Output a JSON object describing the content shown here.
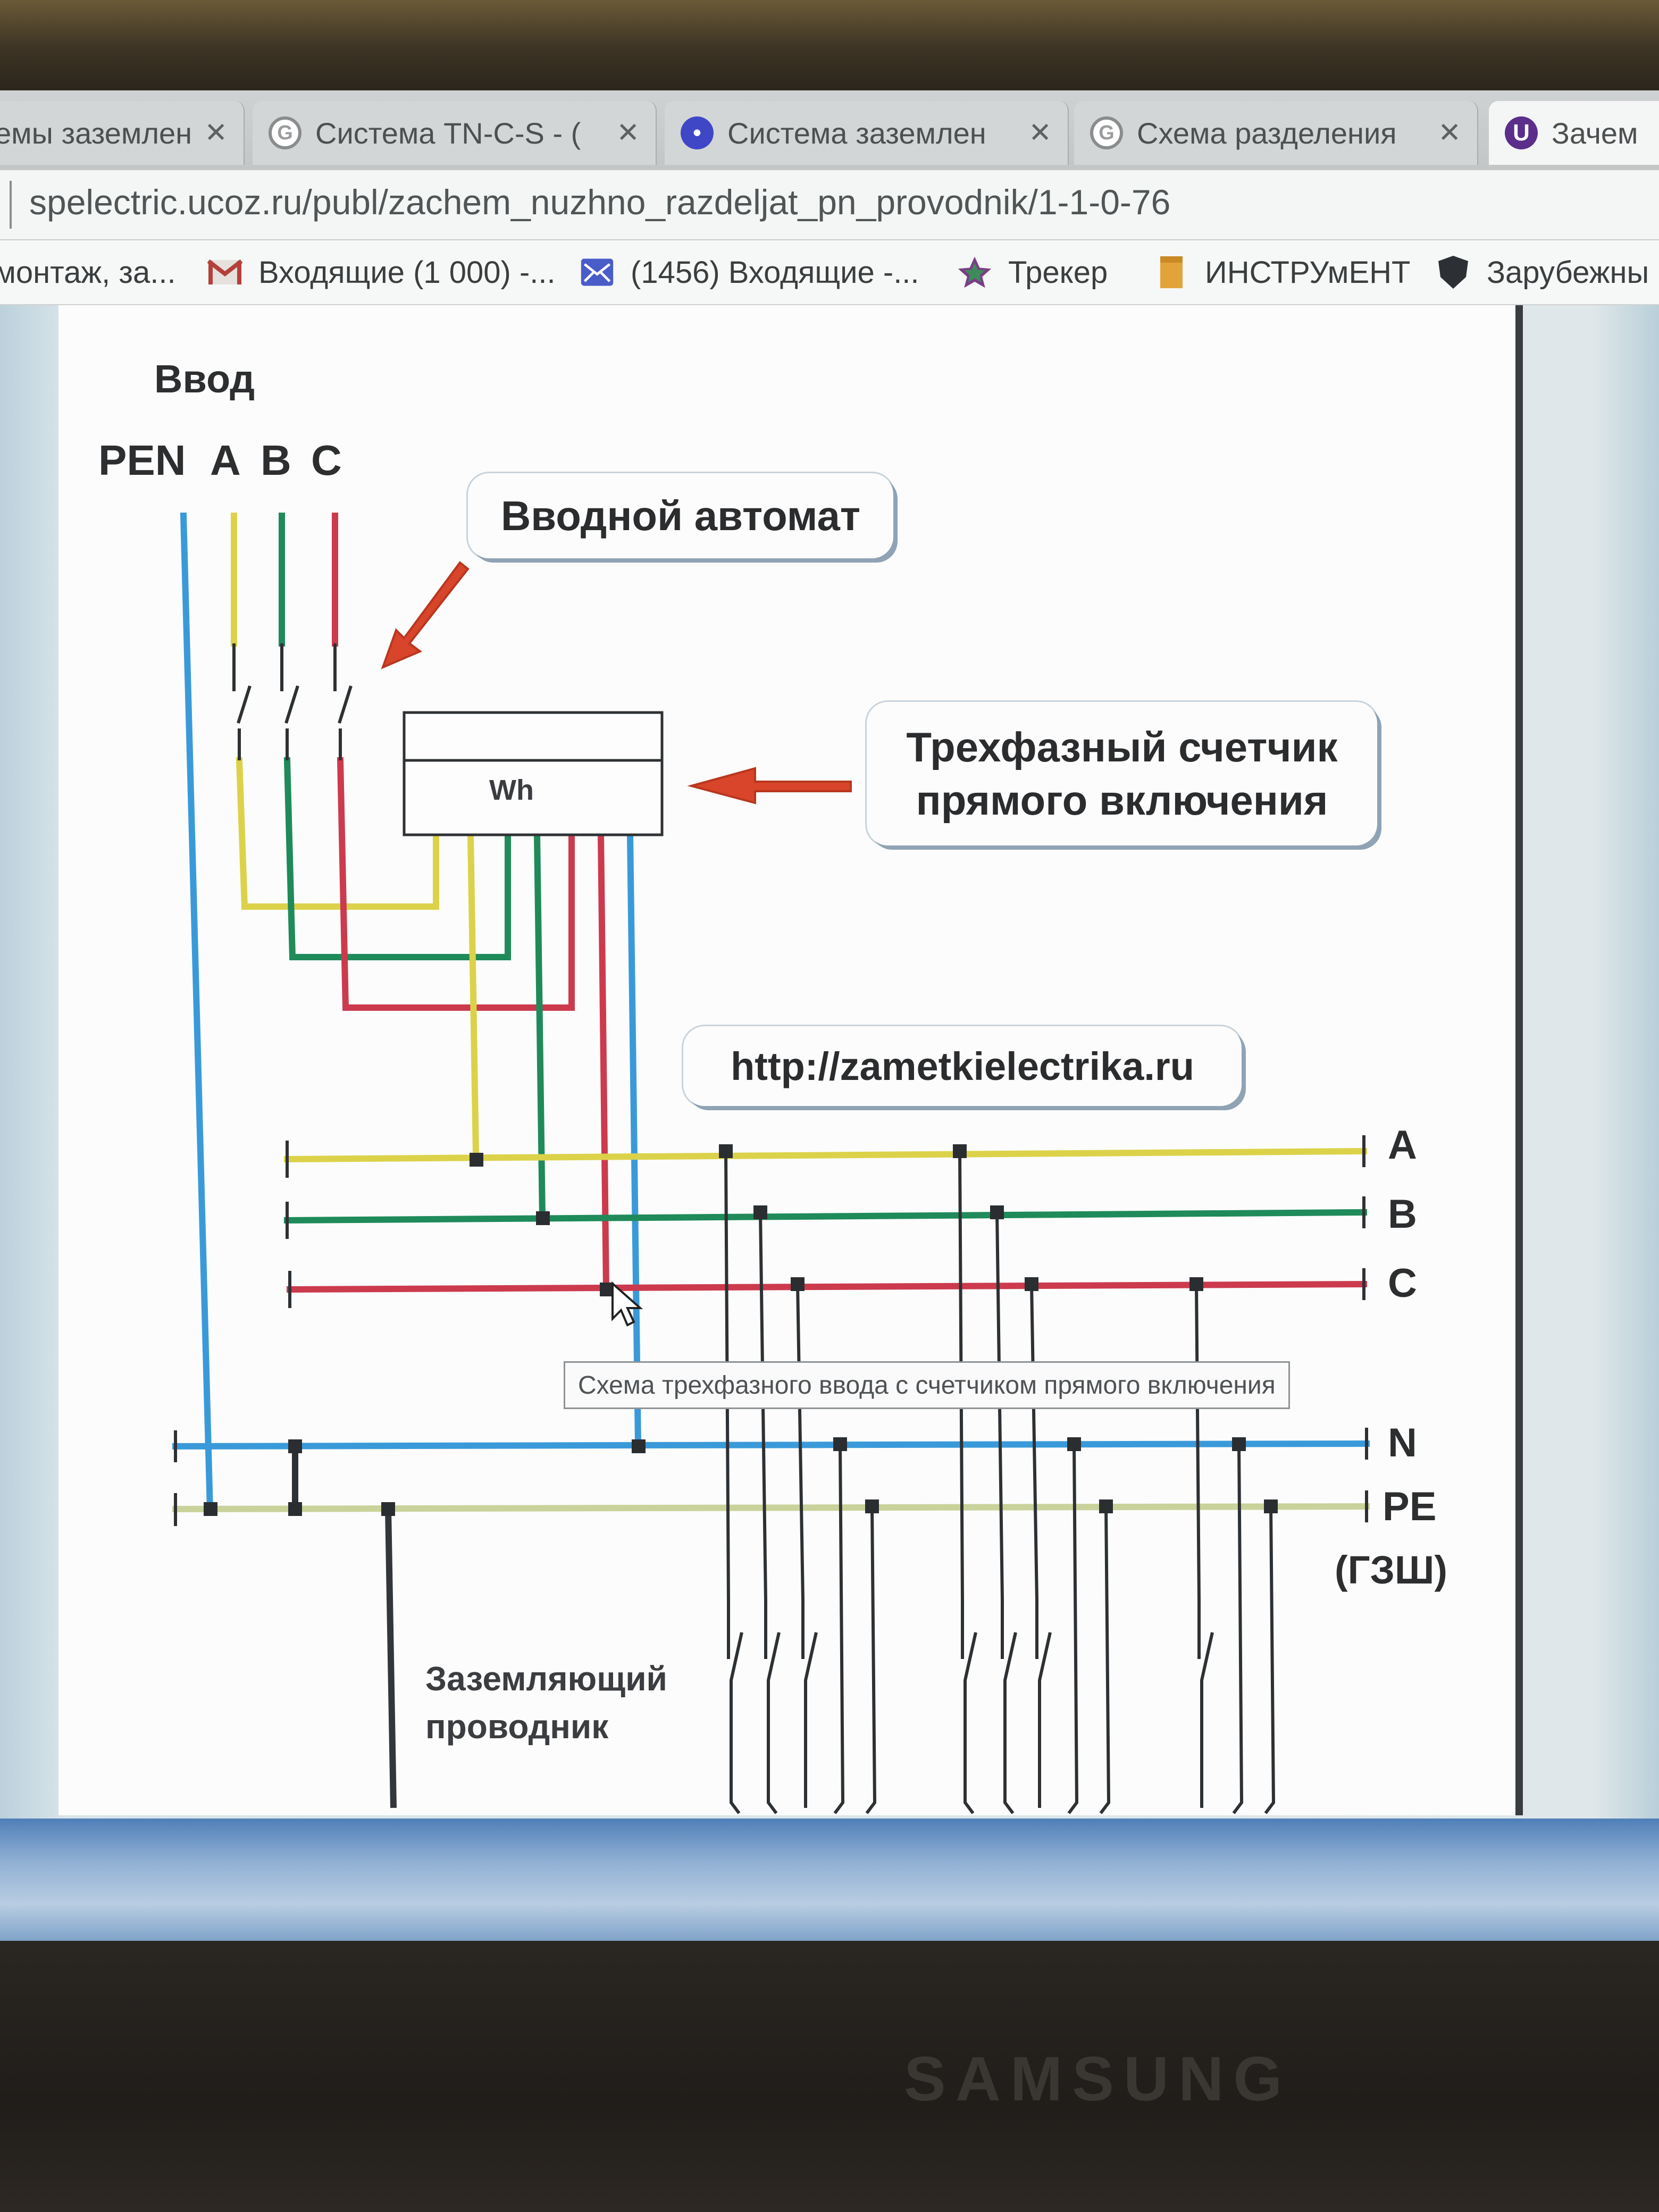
{
  "browser": {
    "tabs": [
      {
        "label": "емы заземлен",
        "icon": "",
        "active": false
      },
      {
        "label": "Система TN-C-S - (",
        "icon": "google-icon",
        "active": false
      },
      {
        "label": "Система заземлен",
        "icon": "site-favicon-icon",
        "active": false
      },
      {
        "label": "Схема разделения",
        "icon": "google-icon",
        "active": false
      },
      {
        "label": "Зачем",
        "icon": "ucoz-favicon-icon",
        "active": true
      }
    ],
    "close_glyph": "✕",
    "url": "spelectric.ucoz.ru/publ/zachem_nuzhno_razdeljat_pn_provodnik/1-1-0-76",
    "bookmarks": [
      {
        "label": "монтаж, за...",
        "icon": ""
      },
      {
        "label": "Входящие (1 000) -...",
        "icon": "gmail-icon"
      },
      {
        "label": "(1456) Входящие -...",
        "icon": "mail-icon"
      },
      {
        "label": "Трекер",
        "icon": "tracker-icon"
      },
      {
        "label": "ИНСТРУмЕНТ",
        "icon": "folder-icon"
      },
      {
        "label": "Зарубежны",
        "icon": "shield-icon"
      }
    ]
  },
  "diagram": {
    "title": "Ввод",
    "input_labels": [
      "PEN",
      "A",
      "B",
      "C"
    ],
    "callout_breaker": "Вводной автомат",
    "callout_meter_line1": "Трехфазный счетчик",
    "callout_meter_line2": "прямого включения",
    "meter_label": "Wh",
    "site_url": "http://zametkielectrika.ru",
    "bus_labels": [
      "A",
      "B",
      "C",
      "N",
      "PE"
    ],
    "pe_note": "(ГЗШ)",
    "ground_label_line1": "Заземляющий",
    "ground_label_line2": "проводник",
    "tooltip": "Схема трехфазного ввода с счетчиком прямого включения",
    "colors": {
      "phase_a": "#dcd24a",
      "phase_b": "#1f8a5a",
      "phase_c": "#cc3a4e",
      "neutral": "#3a9ad9",
      "pe": "#c9d29a",
      "ground": "#33363a",
      "arrow": "#d8452a"
    }
  },
  "monitor": {
    "brand": "SAMSUNG"
  }
}
